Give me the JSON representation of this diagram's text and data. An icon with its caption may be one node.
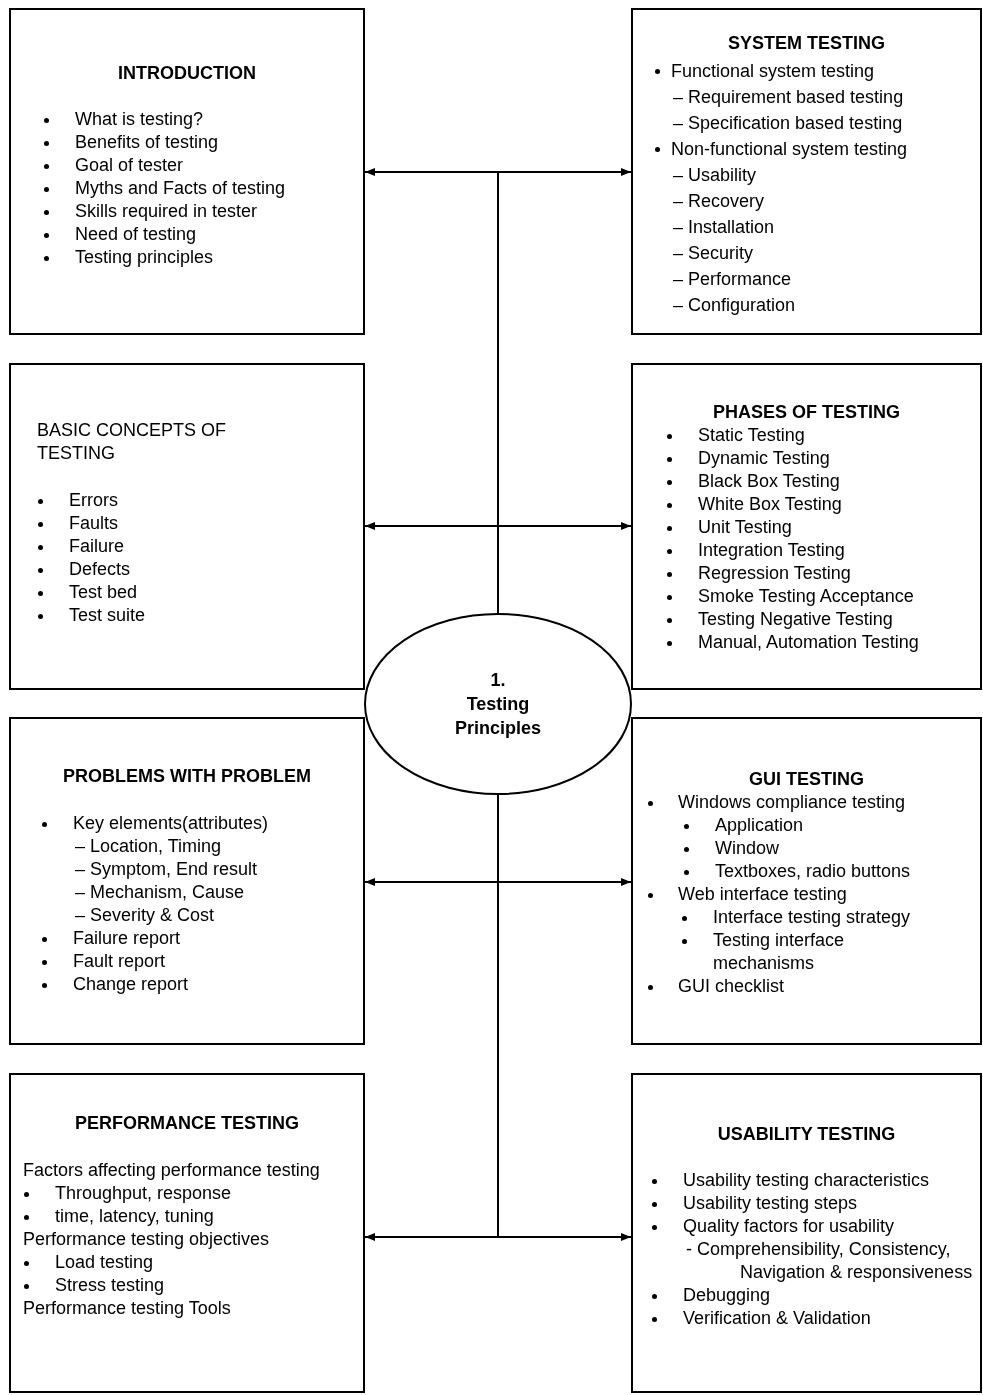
{
  "diagram": {
    "nodes": [
      {
        "text": [
          "INTRODUCTION",
          "What is testing?",
          "Benefits of testing",
          "Goal of tester",
          "Myths and Facts of testing",
          "Skills required in tester",
          "Need of testing",
          "Testing principles"
        ]
      },
      {
        "text": [
          "SYSTEM TESTING",
          "Functional system testing",
          "– Requirement based testing",
          "–  Specification based testing",
          "Non-functional system testing",
          "– Usability",
          "– Recovery",
          "– Installation",
          "– Security",
          "– Performance",
          "– Configuration"
        ]
      },
      {
        "text": [
          "BASIC CONCEPTS OF TESTING",
          "Errors",
          "Faults",
          "Failure",
          "Defects",
          "Test bed",
          "Test suite"
        ]
      },
      {
        "text": [
          "PHASES OF TESTING",
          "Static Testing",
          "Dynamic Testing",
          "Black Box Testing",
          "White Box Testing",
          "Unit Testing",
          "Integration Testing",
          "Regression Testing",
          "Smoke Testing Acceptance",
          "Testing Negative Testing",
          "Manual, Automation Testing"
        ]
      },
      {
        "text": [
          "1.",
          "Testing Principles"
        ]
      },
      {
        "text": [
          "PROBLEMS WITH PROBLEM",
          "Key elements(attributes)",
          "– Location, Timing",
          "– Symptom, End result",
          "– Mechanism, Cause",
          "– Severity & Cost",
          "Failure report",
          "Fault report",
          "Change report"
        ]
      },
      {
        "text": [
          "GUI TESTING",
          "Windows compliance testing",
          "Application",
          "Window",
          "Textboxes, radio buttons",
          "Web interface testing",
          "Interface testing strategy",
          "Testing interface mechanisms",
          "GUI checklist"
        ]
      },
      {
        "text": [
          "PERFORMANCE TESTING",
          "Factors affecting performance testing",
          "Throughput, response",
          "time, latency, tuning",
          "Performance testing objectives",
          "Load testing",
          "Stress testing",
          "Performance testing Tools"
        ]
      },
      {
        "text": [
          "USABILITY TESTING",
          "Usability testing characteristics",
          "Usability testing steps",
          "Quality factors for usability",
          "- Comprehensibility, Consistency, Navigation & responsiveness",
          "Debugging",
          "Verification & Validation"
        ]
      }
    ],
    "edges": [
      {
        "from": 4,
        "to": 0,
        "arrow": "to"
      },
      {
        "from": 4,
        "to": 1,
        "arrow": "to"
      },
      {
        "from": 4,
        "to": 2,
        "arrow": "to"
      },
      {
        "from": 4,
        "to": 3,
        "arrow": "to"
      },
      {
        "from": 4,
        "to": 5,
        "arrow": "to"
      },
      {
        "from": 4,
        "to": 6,
        "arrow": "to"
      },
      {
        "from": 4,
        "to": 7,
        "arrow": "to"
      },
      {
        "from": 4,
        "to": 8,
        "arrow": "to"
      }
    ]
  }
}
